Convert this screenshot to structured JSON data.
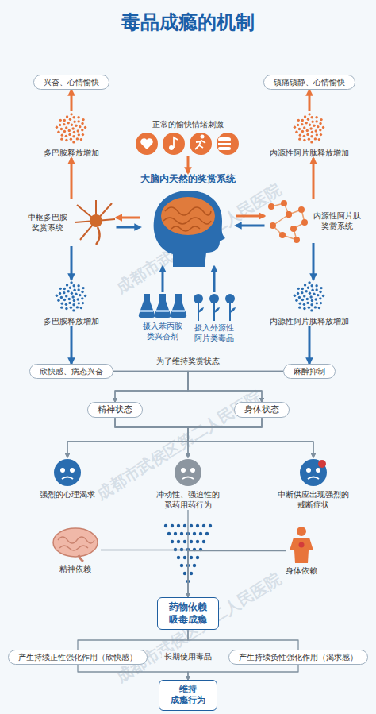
{
  "diagram": {
    "title": "毒品成瘾的机制",
    "nodes": [
      {
        "text": [
          "兴奋、心情愉快"
        ]
      },
      {
        "text": [
          "镇痛镇静、心情愉快"
        ]
      },
      {
        "text": [
          "多巴胺释放增加"
        ]
      },
      {
        "text": [
          "正常的愉快情绪刺激"
        ]
      },
      {
        "text": [
          "内源性阿片肽释放增加"
        ]
      },
      {
        "text": [
          "中枢多巴胺 奖赏系统"
        ]
      },
      {
        "text": [
          "大脑内天然的奖赏系统"
        ]
      },
      {
        "text": [
          "内源性阿片肽 奖赏系统"
        ]
      },
      {
        "text": [
          "多巴胺释放增加"
        ]
      },
      {
        "text": [
          "摄入苯丙胺 类兴奋剂"
        ]
      },
      {
        "text": [
          "摄入外源性 阿片类毒品"
        ]
      },
      {
        "text": [
          "内源性阿片肽释放增加"
        ]
      },
      {
        "text": [
          "欣快感、病态兴奋"
        ]
      },
      {
        "text": [
          "麻醉抑制"
        ]
      },
      {
        "text": [
          "精神状态"
        ]
      },
      {
        "text": [
          "身体状态"
        ]
      },
      {
        "text": [
          "强烈的心理渴求"
        ]
      },
      {
        "text": [
          "冲动性、强迫性的 觅药用药行为"
        ]
      },
      {
        "text": [
          "中断供应出现强烈的 戒断症状"
        ]
      },
      {
        "text": [
          "精神依赖"
        ]
      },
      {
        "text": [
          "身体依赖"
        ]
      },
      {
        "text": [
          "药物依赖 吸毒成瘾"
        ]
      },
      {
        "text": [
          "产生持续正性强化作用（欣快感）"
        ]
      },
      {
        "text": [
          "产生持续负性强化作用（渴求感）"
        ]
      },
      {
        "text": [
          "维持 成瘾行为"
        ]
      }
    ],
    "edges": [
      {
        "from": 5,
        "to": 2,
        "arrow": "to"
      },
      {
        "from": 2,
        "to": 0,
        "arrow": "to"
      },
      {
        "from": 7,
        "to": 4,
        "arrow": "to"
      },
      {
        "from": 4,
        "to": 1,
        "arrow": "to"
      },
      {
        "from": 3,
        "to": 6,
        "arrow": "to"
      },
      {
        "from": 6,
        "to": 5,
        "arrow": "to"
      },
      {
        "from": 5,
        "to": 6,
        "arrow": "to"
      },
      {
        "from": 6,
        "to": 7,
        "arrow": "to"
      },
      {
        "from": 7,
        "to": 6,
        "arrow": "to"
      },
      {
        "from": 9,
        "to": 6,
        "arrow": "to"
      },
      {
        "from": 10,
        "to": 6,
        "arrow": "to"
      },
      {
        "from": 5,
        "to": 8,
        "arrow": "to"
      },
      {
        "from": 8,
        "to": 12,
        "arrow": "to"
      },
      {
        "from": 7,
        "to": 11,
        "arrow": "to"
      },
      {
        "from": 11,
        "to": 13,
        "arrow": "to"
      },
      {
        "from": 12,
        "to": 14,
        "arrow": "to"
      },
      {
        "from": 12,
        "to": 15,
        "arrow": "to"
      },
      {
        "from": 13,
        "to": 14,
        "arrow": "to"
      },
      {
        "from": 13,
        "to": 15,
        "arrow": "to"
      },
      {
        "from": 14,
        "to": 16,
        "arrow": "to"
      },
      {
        "from": 14,
        "to": 17,
        "arrow": "to"
      },
      {
        "from": 14,
        "to": 18,
        "arrow": "to"
      },
      {
        "from": 15,
        "to": 16,
        "arrow": "to"
      },
      {
        "from": 15,
        "to": 17,
        "arrow": "to"
      },
      {
        "from": 15,
        "to": 18,
        "arrow": "to"
      },
      {
        "from": 17,
        "to": 21,
        "arrow": "to"
      },
      {
        "from": 19,
        "to": 21,
        "arrow": "none"
      },
      {
        "from": 20,
        "to": 21,
        "arrow": "none"
      },
      {
        "from": 21,
        "to": 22,
        "arrow": "none"
      },
      {
        "from": 21,
        "to": 23,
        "arrow": "none"
      },
      {
        "from": 22,
        "to": 24,
        "arrow": "to"
      },
      {
        "from": 23,
        "to": 24,
        "arrow": "to"
      }
    ],
    "labels": [
      "为了维持奖赏状态",
      "长期使用毒品",
      "成都市武侯区第二人民医院",
      "成都市武侯区第二人民医院",
      "成都市武侯区第二人民医院"
    ]
  }
}
